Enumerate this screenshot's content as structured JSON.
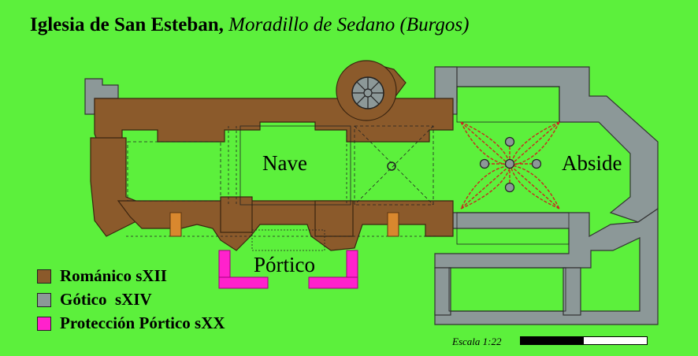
{
  "title": {
    "main": "Iglesia de San Esteban,",
    "place": "Moradillo de Sedano (Burgos)"
  },
  "labels": {
    "nave": "Nave",
    "abside": "Abside",
    "portico": "Pórtico"
  },
  "legend": [
    {
      "label": "Románico sXII",
      "color": "#8b5a2b"
    },
    {
      "label": "Gótico  sXIV",
      "color": "#8c9898"
    },
    {
      "label": "Protección Pórtico sXX",
      "color": "#ff22cc"
    }
  ],
  "scale": {
    "label": "Escala 1:22"
  },
  "colors": {
    "background": "#5cf03c",
    "romanico": "#8b5a2b",
    "gotico": "#8c9898",
    "proteccion": "#ff22cc",
    "rib": "#c8281e"
  }
}
